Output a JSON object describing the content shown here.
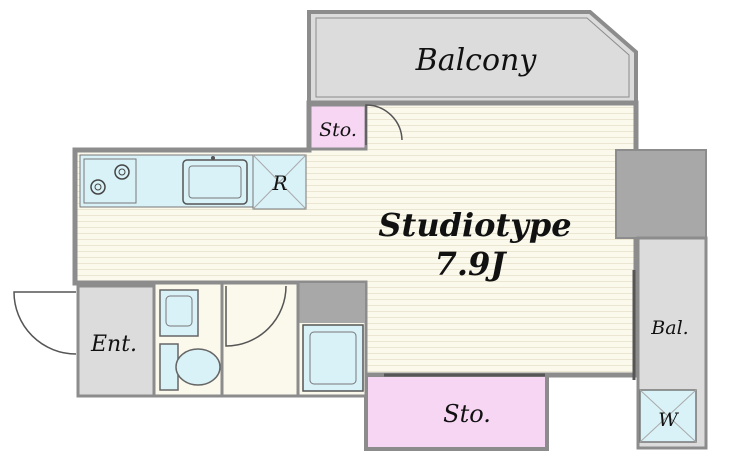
{
  "rooms": {
    "balcony_top": "Balcony",
    "storage_small": "Sto.",
    "fridge": "R",
    "studio_name": "Studiotype",
    "studio_size": "7.9J",
    "entrance": "Ent.",
    "balcony_side": "Bal.",
    "storage_bottom": "Sto.",
    "washer": "W"
  },
  "colors": {
    "wall": "#8c8c8c",
    "balcony_fill": "#dcdcdc",
    "floor_fill": "#fbf8ec",
    "storage_fill": "#f7d6f4",
    "fixture_fill": "#d9f2f7",
    "dark_fill": "#a8a8a8"
  }
}
